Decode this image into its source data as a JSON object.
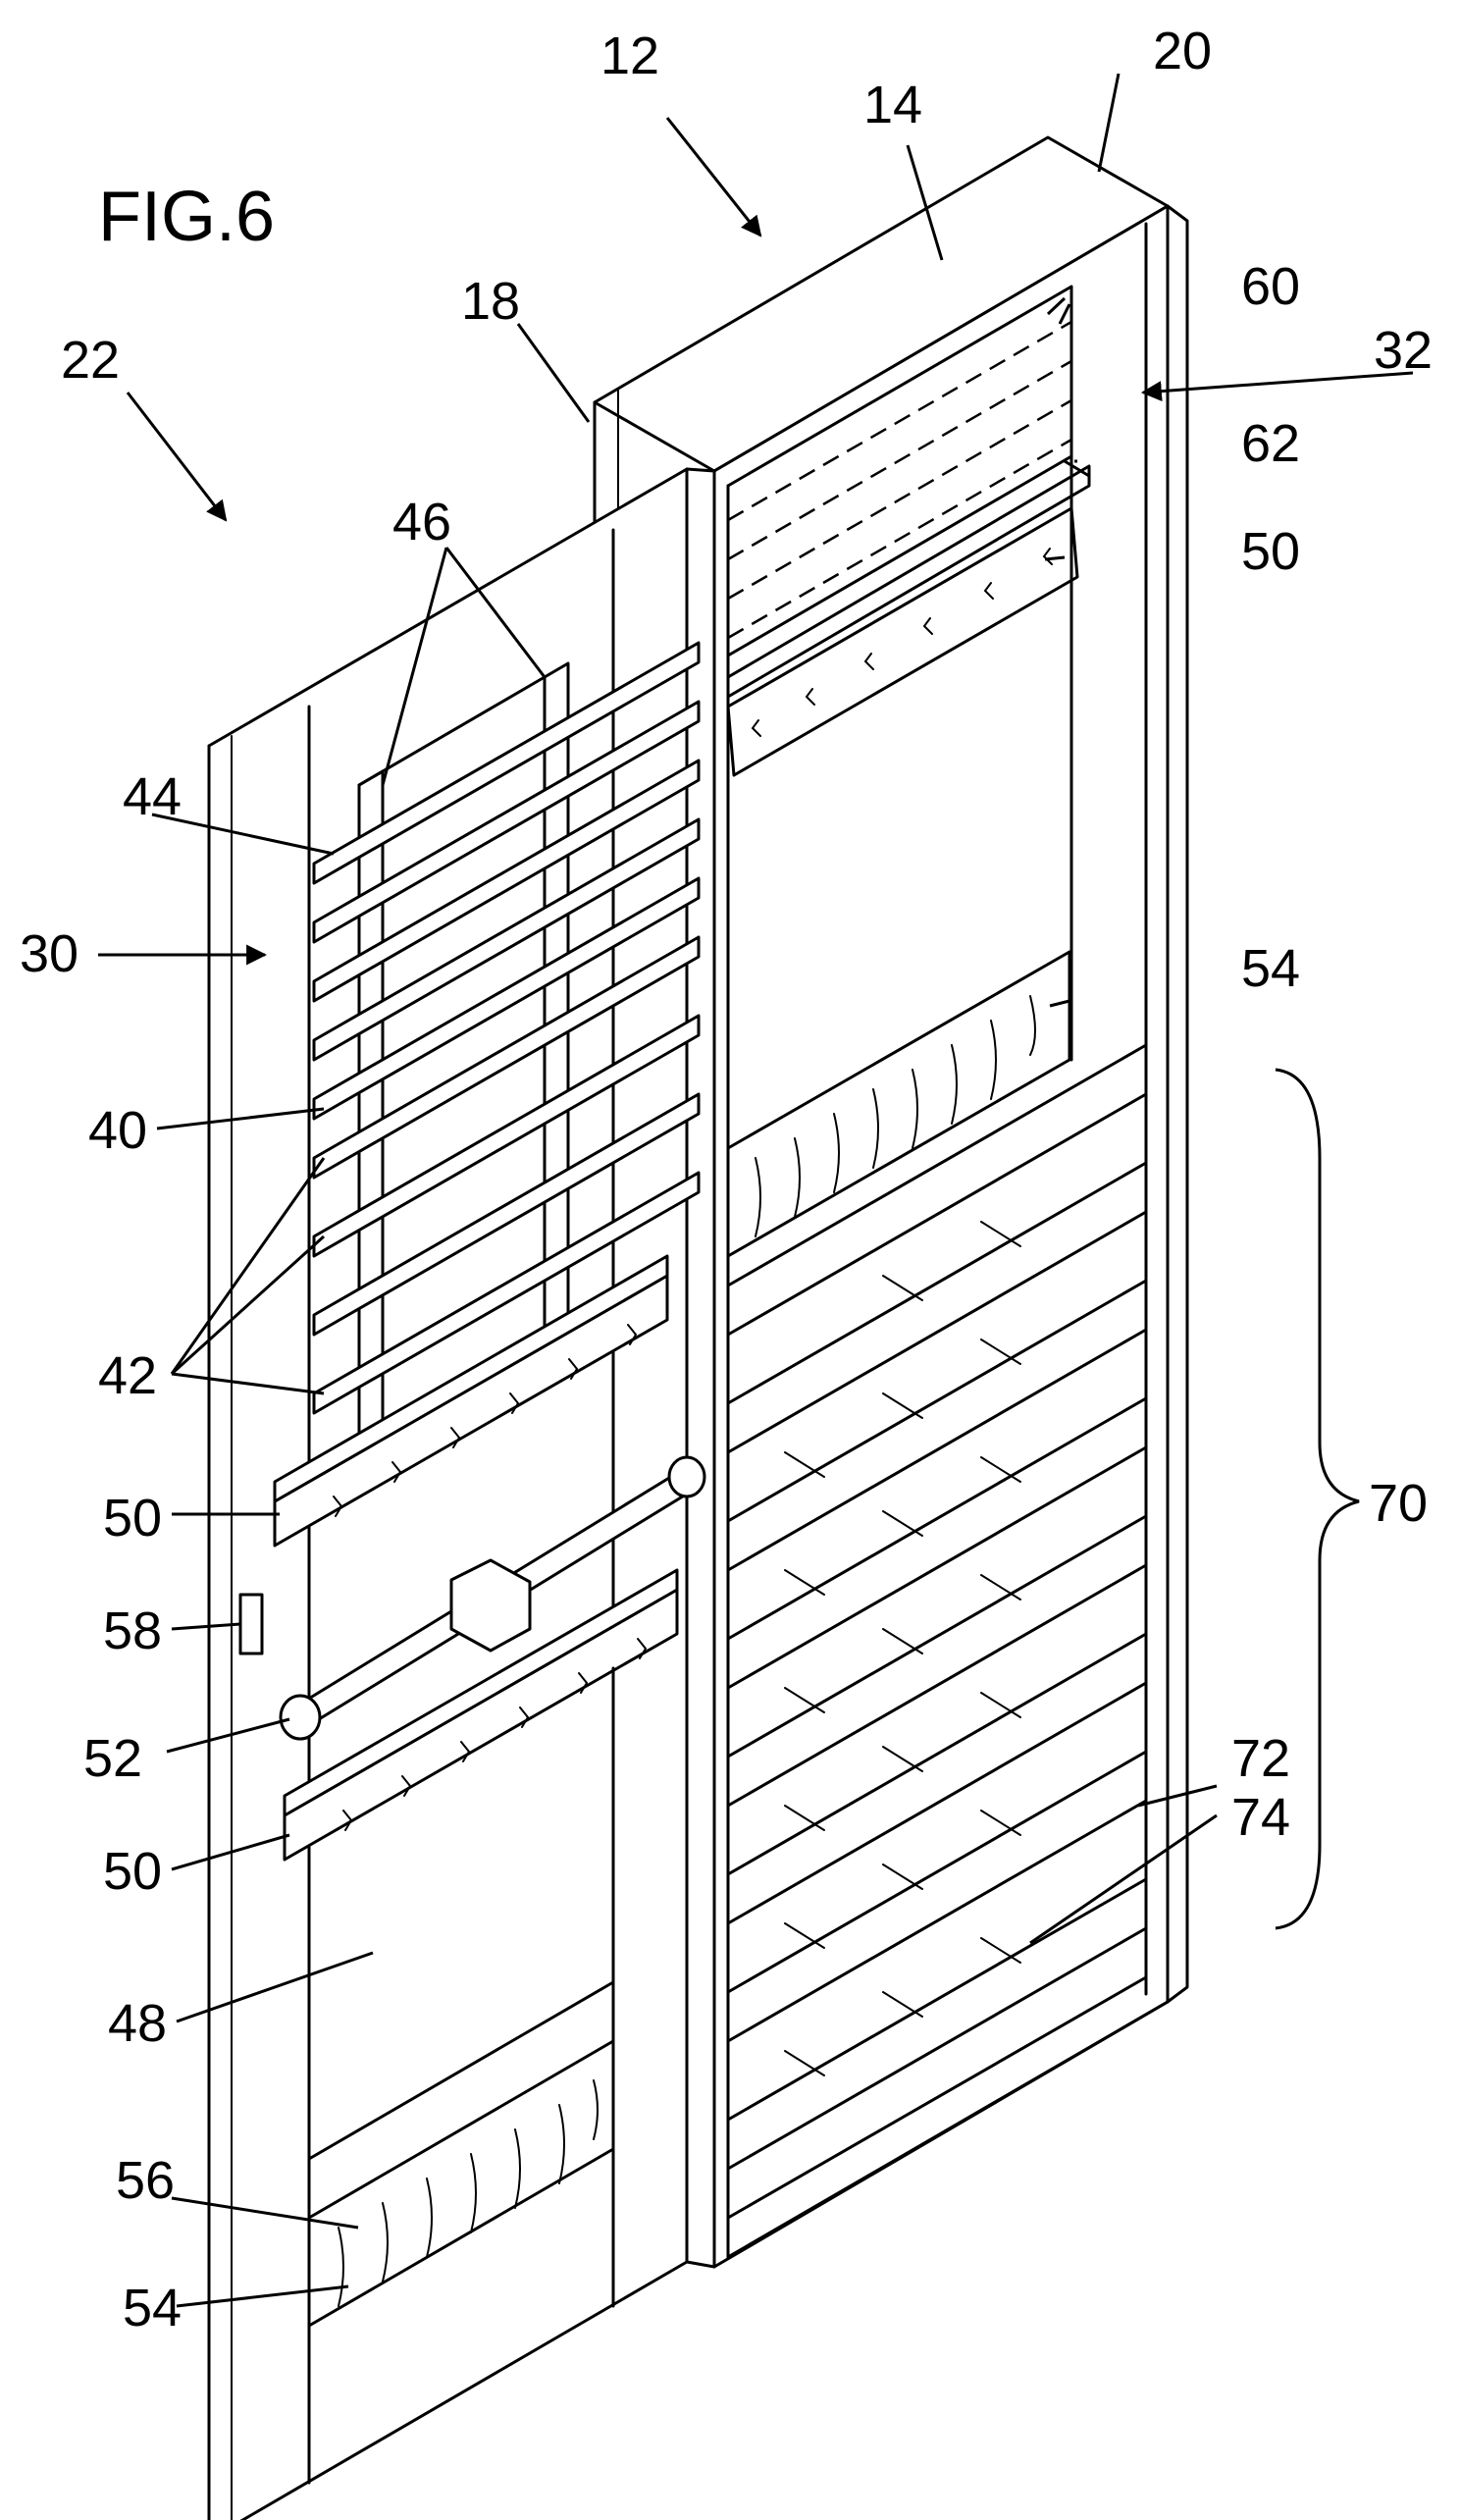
{
  "figure": {
    "title": "FIG.6"
  },
  "reference_numerals": {
    "r12": "12",
    "r14": "14",
    "r18": "18",
    "r20": "20",
    "r22": "22",
    "r30": "30",
    "r32": "32",
    "r40": "40",
    "r42": "42",
    "r44": "44",
    "r46": "46",
    "r48": "48",
    "r50a": "50",
    "r50b": "50",
    "r50c": "50",
    "r52": "52",
    "r54a": "54",
    "r54b": "54",
    "r56": "56",
    "r58": "58",
    "r60": "60",
    "r62": "62",
    "r70": "70",
    "r72": "72",
    "r74": "74"
  }
}
